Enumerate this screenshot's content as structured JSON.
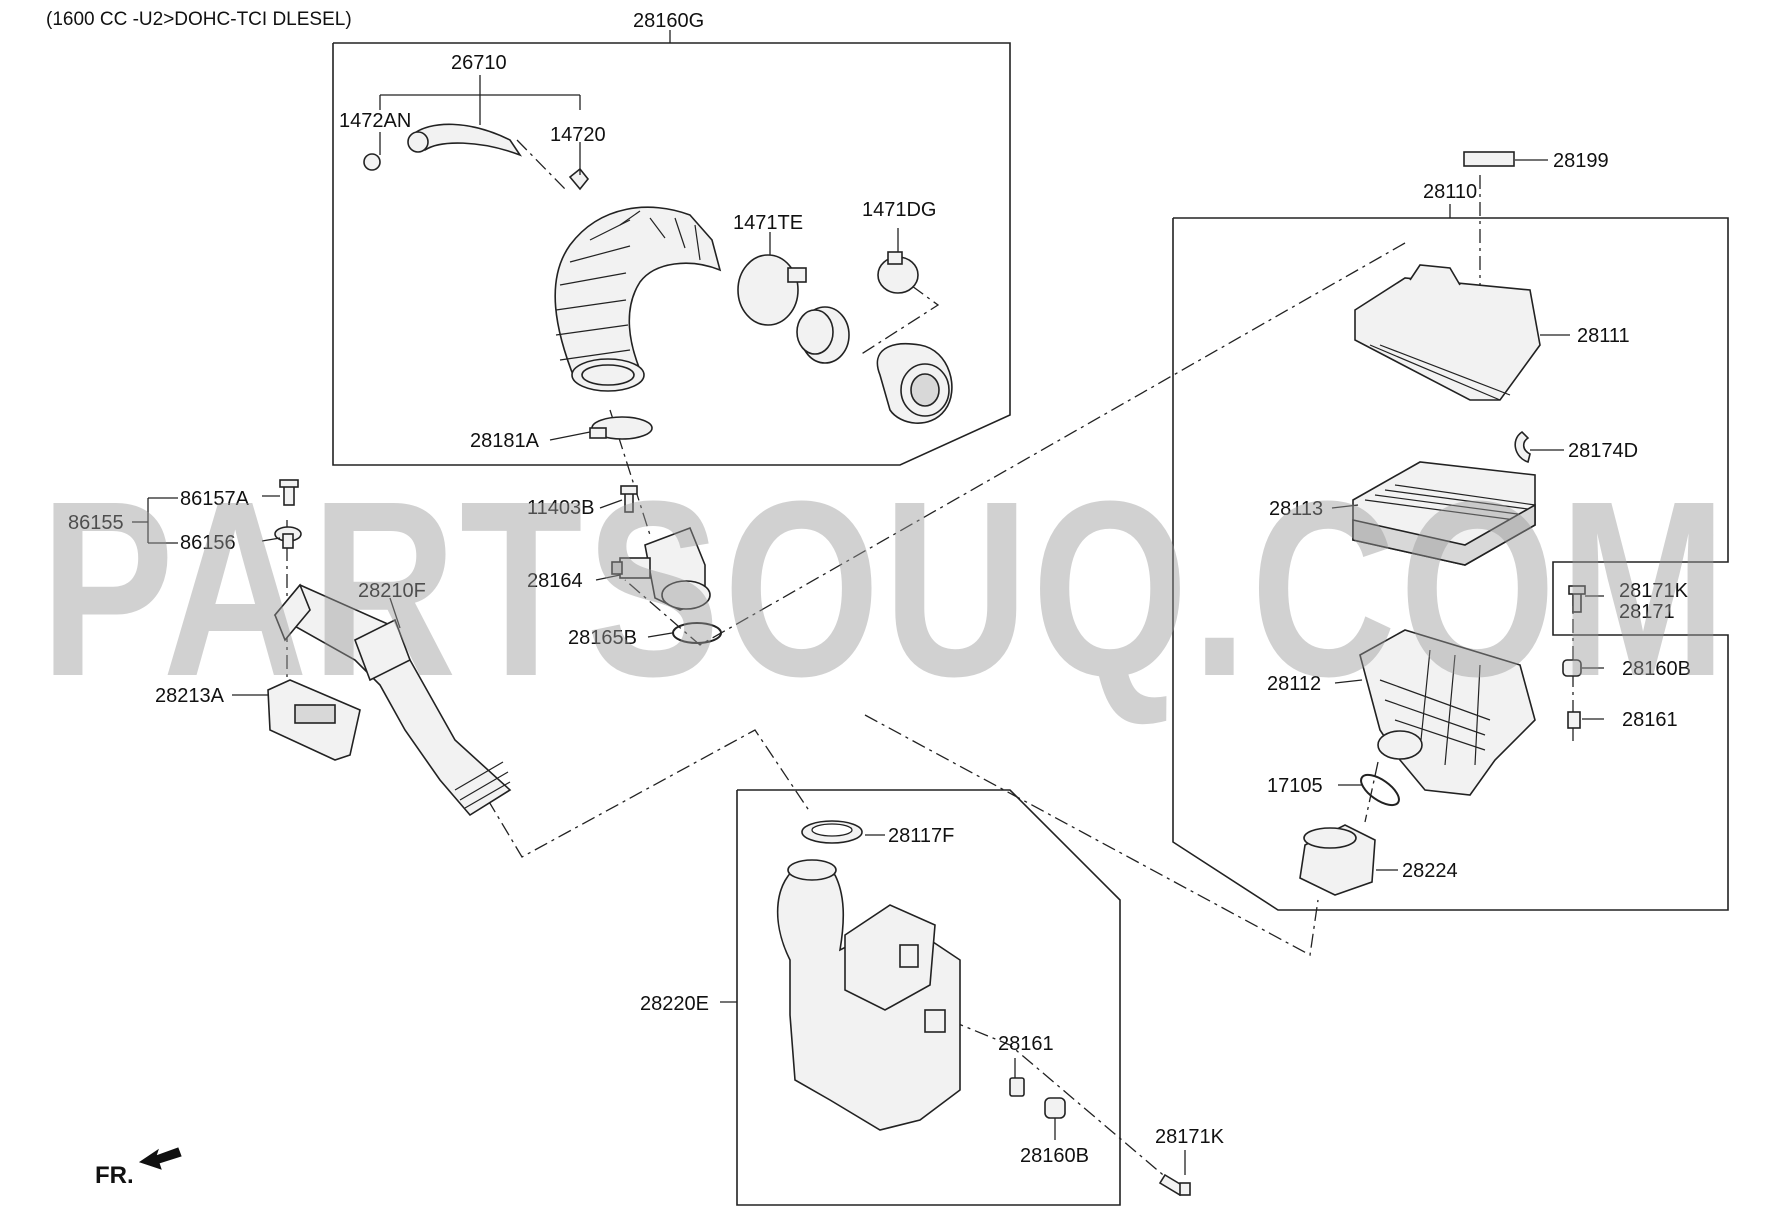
{
  "header": {
    "engine_spec": "(1600 CC -U2>DOHC-TCI DLESEL)"
  },
  "watermark": "PARTSOUQ.COM",
  "fr_label": "FR.",
  "assemblies": {
    "assy_28160G": "28160G",
    "assy_28110": "28110",
    "assy_28220E": "28220E"
  },
  "labels": {
    "p26710": "26710",
    "p1472AN": "1472AN",
    "p14720": "14720",
    "p1471TE": "1471TE",
    "p1471DG": "1471DG",
    "p28181A": "28181A",
    "p86157A": "86157A",
    "p86155": "86155",
    "p86156": "86156",
    "p11403B": "11403B",
    "p28164": "28164",
    "p28165B": "28165B",
    "p28210F": "28210F",
    "p28213A": "28213A",
    "p28199": "28199",
    "p28111": "28111",
    "p28174D": "28174D",
    "p28113": "28113",
    "p28171K_a": "28171K",
    "p28171": "28171",
    "p28160B_a": "28160B",
    "p28112": "28112",
    "p28161_a": "28161",
    "p17105": "17105",
    "p28224": "28224",
    "p28117F": "28117F",
    "p28161_b": "28161",
    "p28160B_b": "28160B",
    "p28171K_b": "28171K"
  }
}
